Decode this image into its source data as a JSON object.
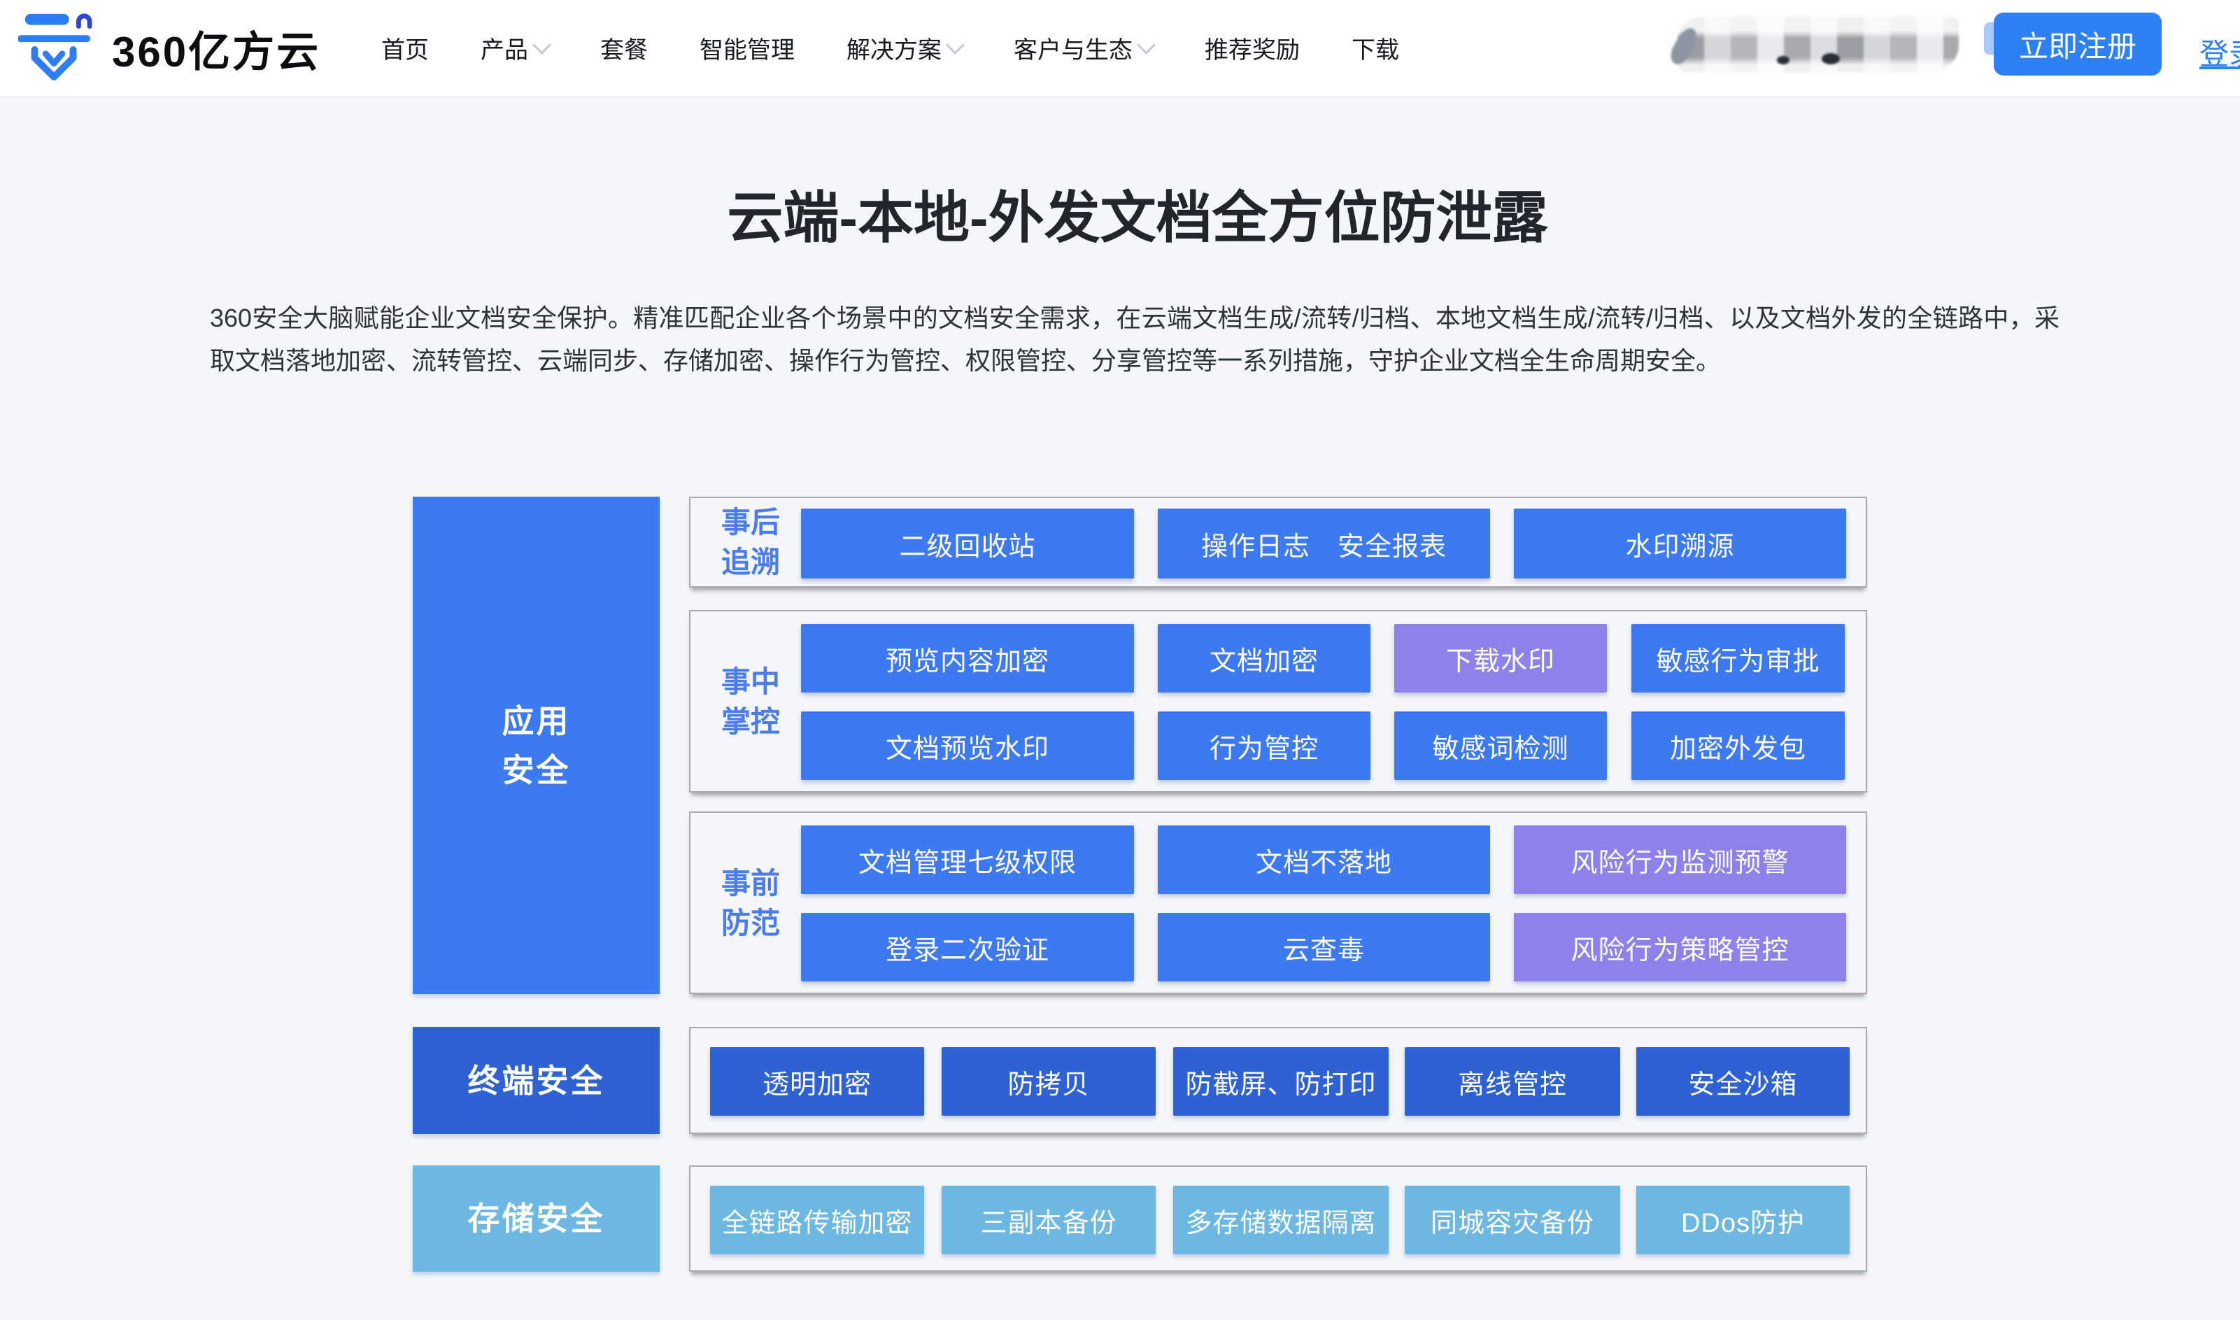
{
  "header": {
    "logo_text": "360亿方云",
    "nav_items": [
      {
        "label": "首页",
        "dropdown": false
      },
      {
        "label": "产品",
        "dropdown": true
      },
      {
        "label": "套餐",
        "dropdown": false
      },
      {
        "label": "智能管理",
        "dropdown": false
      },
      {
        "label": "解决方案",
        "dropdown": true
      },
      {
        "label": "客户与生态",
        "dropdown": true
      },
      {
        "label": "推荐奖励",
        "dropdown": false
      },
      {
        "label": "下载",
        "dropdown": false
      }
    ],
    "phone_number": "masked",
    "register_button": "立即注册",
    "login_link": "登录"
  },
  "hero": {
    "title": "云端-本地-外发文档全方位防泄露",
    "description": "360安全大脑赋能企业文档安全保护。精准匹配企业各个场景中的文档安全需求，在云端文档生成/流转/归档、本地文档生成/流转/归档、以及文档外发的全链路中，采取文档落地加密、流转管控、云端同步、存储加密、操作行为管控、权限管控、分享管控等一系列措施，守护企业文档全生命周期安全。"
  },
  "diagram": {
    "side_labels": [
      {
        "lines": [
          "应用",
          "安全"
        ],
        "variant": "blue"
      },
      {
        "lines": [
          "终端安全"
        ],
        "variant": "dark"
      },
      {
        "lines": [
          "存储安全"
        ],
        "variant": "light"
      }
    ],
    "groups": [
      {
        "label_lines": [
          "事后",
          "追溯"
        ],
        "rows": [
          [
            {
              "label": "二级回收站",
              "variant": "blue"
            },
            {
              "label": "操作日志　安全报表",
              "variant": "blue"
            },
            {
              "label": "水印溯源",
              "variant": "blue"
            }
          ]
        ]
      },
      {
        "label_lines": [
          "事中",
          "掌控"
        ],
        "rows": [
          [
            {
              "label": "预览内容加密",
              "variant": "blue"
            },
            {
              "label": "文档加密",
              "variant": "blue"
            },
            {
              "label": "下载水印",
              "variant": "purple"
            },
            {
              "label": "敏感行为审批",
              "variant": "blue"
            }
          ],
          [
            {
              "label": "文档预览水印",
              "variant": "blue"
            },
            {
              "label": "行为管控",
              "variant": "blue"
            },
            {
              "label": "敏感词检测",
              "variant": "blue"
            },
            {
              "label": "加密外发包",
              "variant": "blue"
            }
          ]
        ]
      },
      {
        "label_lines": [
          "事前",
          "防范"
        ],
        "rows": [
          [
            {
              "label": "文档管理七级权限",
              "variant": "blue"
            },
            {
              "label": "文档不落地",
              "variant": "blue"
            },
            {
              "label": "风险行为监测预警",
              "variant": "purple"
            }
          ],
          [
            {
              "label": "登录二次验证",
              "variant": "blue"
            },
            {
              "label": "云查毒",
              "variant": "blue"
            },
            {
              "label": "风险行为策略管控",
              "variant": "purple"
            }
          ]
        ]
      },
      {
        "label_lines": [],
        "rows": [
          [
            {
              "label": "透明加密",
              "variant": "dark"
            },
            {
              "label": "防拷贝",
              "variant": "dark"
            },
            {
              "label": "防截屏、防打印",
              "variant": "dark"
            },
            {
              "label": "离线管控",
              "variant": "dark"
            },
            {
              "label": "安全沙箱",
              "variant": "dark"
            }
          ]
        ]
      },
      {
        "label_lines": [],
        "rows": [
          [
            {
              "label": "全链路传输加密",
              "variant": "light"
            },
            {
              "label": "三副本备份",
              "variant": "light"
            },
            {
              "label": "多存储数据隔离",
              "variant": "light"
            },
            {
              "label": "同城容灾备份",
              "variant": "light"
            },
            {
              "label": "DDos防护",
              "variant": "light"
            }
          ]
        ]
      }
    ]
  },
  "colors": {
    "primary_blue": "#3d7af2",
    "purple": "#8e81e9",
    "dark_blue": "#2e61d4",
    "light_blue": "#6cb8e2",
    "accent_button": "#2e80f7",
    "group_label_text": "#4a7cf0",
    "page_background": "#f4f6fa"
  }
}
